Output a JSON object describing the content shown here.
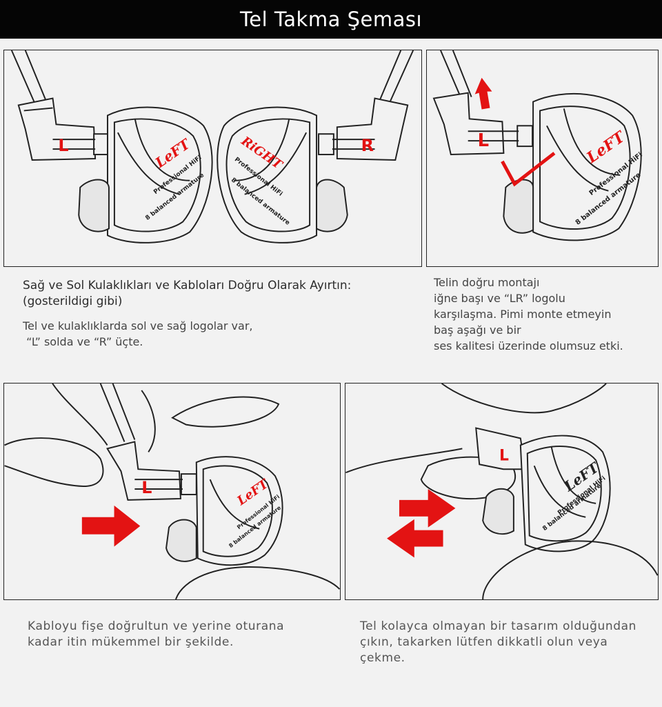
{
  "title": "Tel Takma Şeması",
  "accent_color": "#e31313",
  "labels": {
    "left": "L",
    "right": "R",
    "logo_left": "LeFT",
    "logo_right": "RiGHT",
    "professional": "Professional HiFi",
    "armature": "8 balanced armature"
  },
  "section1": {
    "heading": [
      "Sağ ve Sol Kulaklıkları ve Kabloları Doğru Olarak Ayırtın:",
      "(gosterildigi gibi)"
    ],
    "body": [
      "Tel ve kulaklıklarda sol ve sağ logolar var,",
      " “L” solda ve “R” üçte."
    ]
  },
  "section2": {
    "body": [
      "Telin doğru montajı",
      "iğne başı ve “LR” logolu",
      "karşılaşma. Pimi monte etmeyin",
      "baş aşağı ve bir",
      "ses kalitesi üzerinde olumsuz etki."
    ]
  },
  "section3": {
    "body": [
      "Kabloyu fişe doğrultun ve yerine oturana",
      "kadar itin mükemmel bir şekilde."
    ]
  },
  "section4": {
    "body": [
      "Tel kolayca olmayan bir tasarım olduğundan",
      "çıkın, takarken lütfen dikkatli olun veya",
      "çekme."
    ]
  }
}
